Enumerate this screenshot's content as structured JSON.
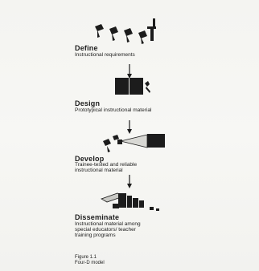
{
  "stages": [
    {
      "title": "Define",
      "description": [
        "Instructional requirements"
      ],
      "icon": "people-standing-icon"
    },
    {
      "title": "Design",
      "description": [
        "Prototypical instructional material"
      ],
      "icon": "book-pages-icon"
    },
    {
      "title": "Develop",
      "description": [
        "Trainee-tested and reliable",
        "instructional material"
      ],
      "icon": "projector-screen-icon"
    },
    {
      "title": "Disseminate",
      "description": [
        "Instructional material among",
        "special educators/ teacher",
        "training programs"
      ],
      "icon": "distribution-materials-icon"
    }
  ],
  "caption": {
    "figure": "Figure 1.1",
    "subtitle": "Four-D model"
  },
  "colors": {
    "ink": "#1c1c1c",
    "paper": "#f6f6f3"
  }
}
